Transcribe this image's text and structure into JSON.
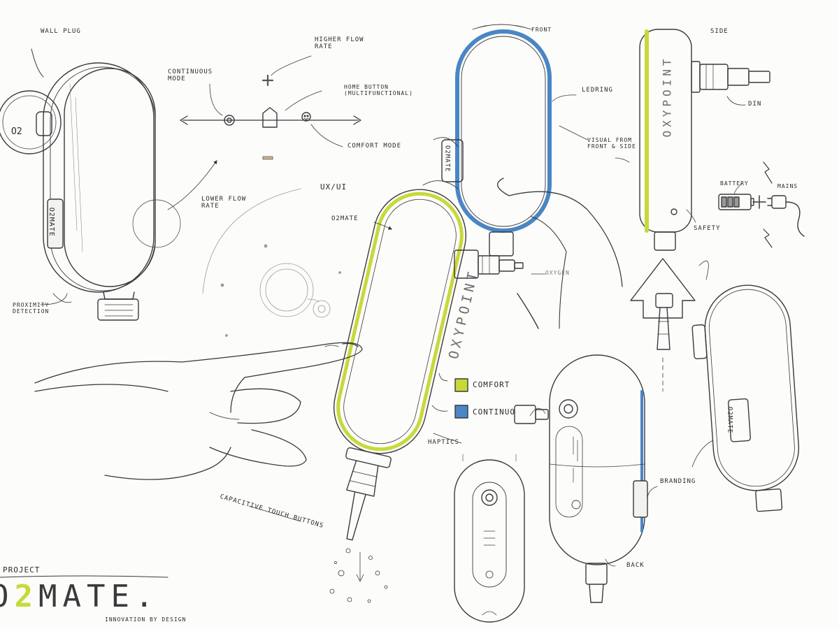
{
  "colors": {
    "paper": "#fcfcfb",
    "pencil": "#3a3a3a",
    "accent_yellow": "#c7d93a",
    "accent_blue": "#4a86c5"
  },
  "labels": {
    "wall_plug": "WALL PLUG",
    "o2_plug": "O2",
    "higher_flow_rate": "HIGHER FLOW RATE",
    "continuous_mode": "CONTINUOUS MODE",
    "home_button": "HOME BUTTON (MULTIFUNCTIONAL)",
    "comfort_mode": "COMFORT MODE",
    "lower_flow_rate": "LOWER FLOW RATE",
    "proximity_detection": "PROXIMITY DETECTION",
    "ux_ui": "UX/UI",
    "o2mate_pointer": "O2MATE",
    "front": "FRONT",
    "ledring": "LEDRING",
    "visual_from": "VISUAL FROM FRONT & SIDE",
    "side": "SIDE",
    "din": "DIN",
    "battery": "BATTERY",
    "mains": "MAINS",
    "safety": "SAFETY",
    "oxygen": "OXYGEN",
    "comfort_legend": "COMFORT",
    "continuous_legend": "CONTINUO",
    "haptics": "HAPTICS",
    "capacitive": "CAPACITIVE TOUCH BUTTONS",
    "branding": "BRANDING",
    "back": "BACK",
    "project": "PROJECT",
    "brand_prefix": "O",
    "brand_num": "2",
    "brand_suffix": "MATE.",
    "tagline": "INNOVATION BY DESIGN",
    "oxypoint_main": "OXYPOINT",
    "oxypoint_side": "OXYPOINT",
    "badge_main": "O2MATE",
    "badge_left": "O2MATE",
    "badge_right": "O2MATE"
  }
}
